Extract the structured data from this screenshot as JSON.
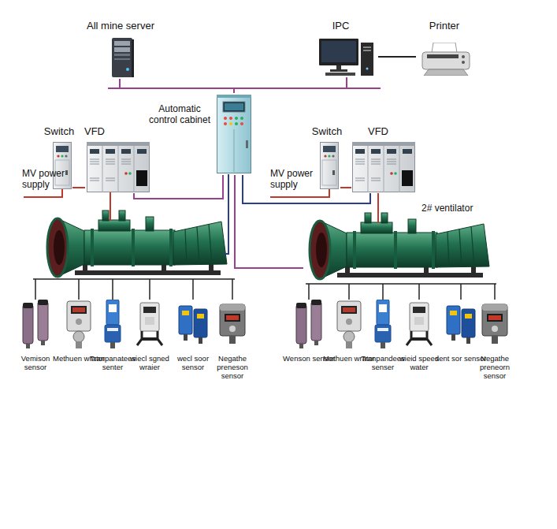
{
  "diagram": {
    "nodes": [
      {
        "text": [
          "All mine server"
        ]
      },
      {
        "text": [
          "IPC"
        ]
      },
      {
        "text": [
          "Printer"
        ]
      },
      {
        "text": [
          "Automatic control cabinet"
        ]
      },
      {
        "text": [
          "Switch"
        ]
      },
      {
        "text": [
          "VFD"
        ]
      },
      {
        "text": [
          "Switch"
        ]
      },
      {
        "text": [
          "VFD"
        ]
      },
      {
        "text": [
          "2# ventilator"
        ]
      },
      {
        "text": [
          "Vemison sensor"
        ]
      },
      {
        "text": [
          "Methuen wrator"
        ]
      },
      {
        "text": [
          "Tranpanatees senter"
        ]
      },
      {
        "text": [
          "wiecl sgned wraier"
        ]
      },
      {
        "text": [
          "wecl soor sensor"
        ]
      },
      {
        "text": [
          "Negathe preneson sensor"
        ]
      },
      {
        "text": [
          "Wenson sensor"
        ]
      },
      {
        "text": [
          "Methuen wrator"
        ]
      },
      {
        "text": [
          "Tranpandees senser"
        ]
      },
      {
        "text": [
          "wieid speed water"
        ]
      },
      {
        "text": [
          "sent sor sensor"
        ]
      },
      {
        "text": [
          "Negathe preneorn sensor"
        ]
      }
    ],
    "edges": [
      {
        "from": 0,
        "to": 3,
        "arrow": "none"
      },
      {
        "from": 1,
        "to": 3,
        "arrow": "none"
      },
      {
        "from": 1,
        "to": 2,
        "arrow": "none"
      },
      {
        "from": 4,
        "to": 5,
        "arrow": "none"
      },
      {
        "from": 3,
        "to": 5,
        "arrow": "none"
      },
      {
        "from": 3,
        "to": 7,
        "arrow": "none"
      },
      {
        "from": 6,
        "to": 7,
        "arrow": "none"
      },
      {
        "from": 7,
        "to": 8,
        "arrow": "none"
      },
      {
        "from": 3,
        "to": 8,
        "arrow": "none"
      }
    ],
    "labels": [
      "MV power supply",
      "MV power supply"
    ]
  }
}
